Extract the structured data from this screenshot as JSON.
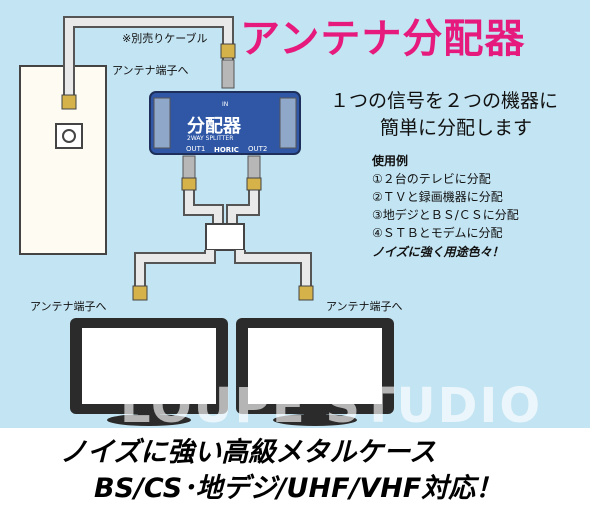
{
  "title": "アンテナ分配器",
  "intro_line1": "１つの信号を２つの機器に",
  "intro_line2": "簡単に分配します",
  "usage": {
    "heading": "使用例",
    "items": [
      "①２台のテレビに分配",
      "②ＴＶと録画機器に分配",
      "③地デジとＢＳ/ＣＳに分配",
      "④ＳＴＢとモデムに分配"
    ],
    "tagline": "ノイズに強く用途色々！"
  },
  "labels": {
    "cable_note": "※別売りケーブル",
    "antenna_top": "アンテナ端子へ",
    "antenna_left": "アンテナ端子へ",
    "antenna_right": "アンテナ端子へ"
  },
  "splitter": {
    "name": "分配器",
    "subtitle": "2WAY SPLITTER",
    "in_label": "IN",
    "out1": "OUT1",
    "out2": "OUT2",
    "brand": "HORIC"
  },
  "watermark": "LOUPE STUDIO",
  "footer": {
    "line1": "ノイズに強い高級メタルケース",
    "line2": "BS/CS･地デジ/UHF/VHF対応！"
  },
  "colors": {
    "background": "#c3e4f2",
    "title": "#e6197d",
    "splitter_body": "#2f57a6",
    "cable": "#e9e9e9",
    "connector": "#d6b24a"
  }
}
